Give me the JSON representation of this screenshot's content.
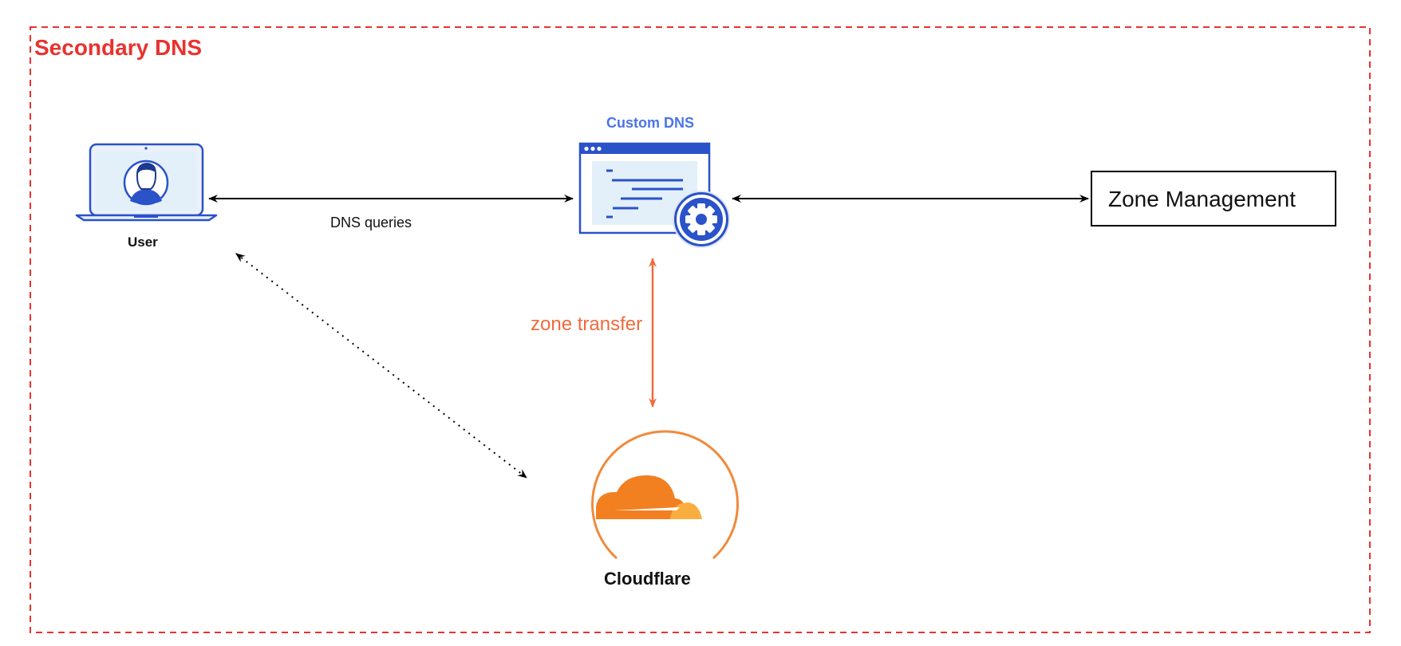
{
  "diagram": {
    "title": "Secondary DNS",
    "user_label": "User",
    "dns_queries_label": "DNS queries",
    "custom_dns_label": "Custom DNS",
    "zone_management_label": "Zone Management",
    "zone_transfer_label": "zone transfer",
    "cloudflare_label": "Cloudflare"
  },
  "colors": {
    "frame": "#e8322e",
    "custom_dns": "#4a74e8",
    "zone_transfer": "#f06a3c",
    "cloudflare_orange": "#f08a3c",
    "icon_blue": "#2a52c9"
  },
  "icons": [
    "laptop-user-icon",
    "custom-dns-window-icon",
    "gear-icon",
    "cloudflare-cloud-icon"
  ]
}
